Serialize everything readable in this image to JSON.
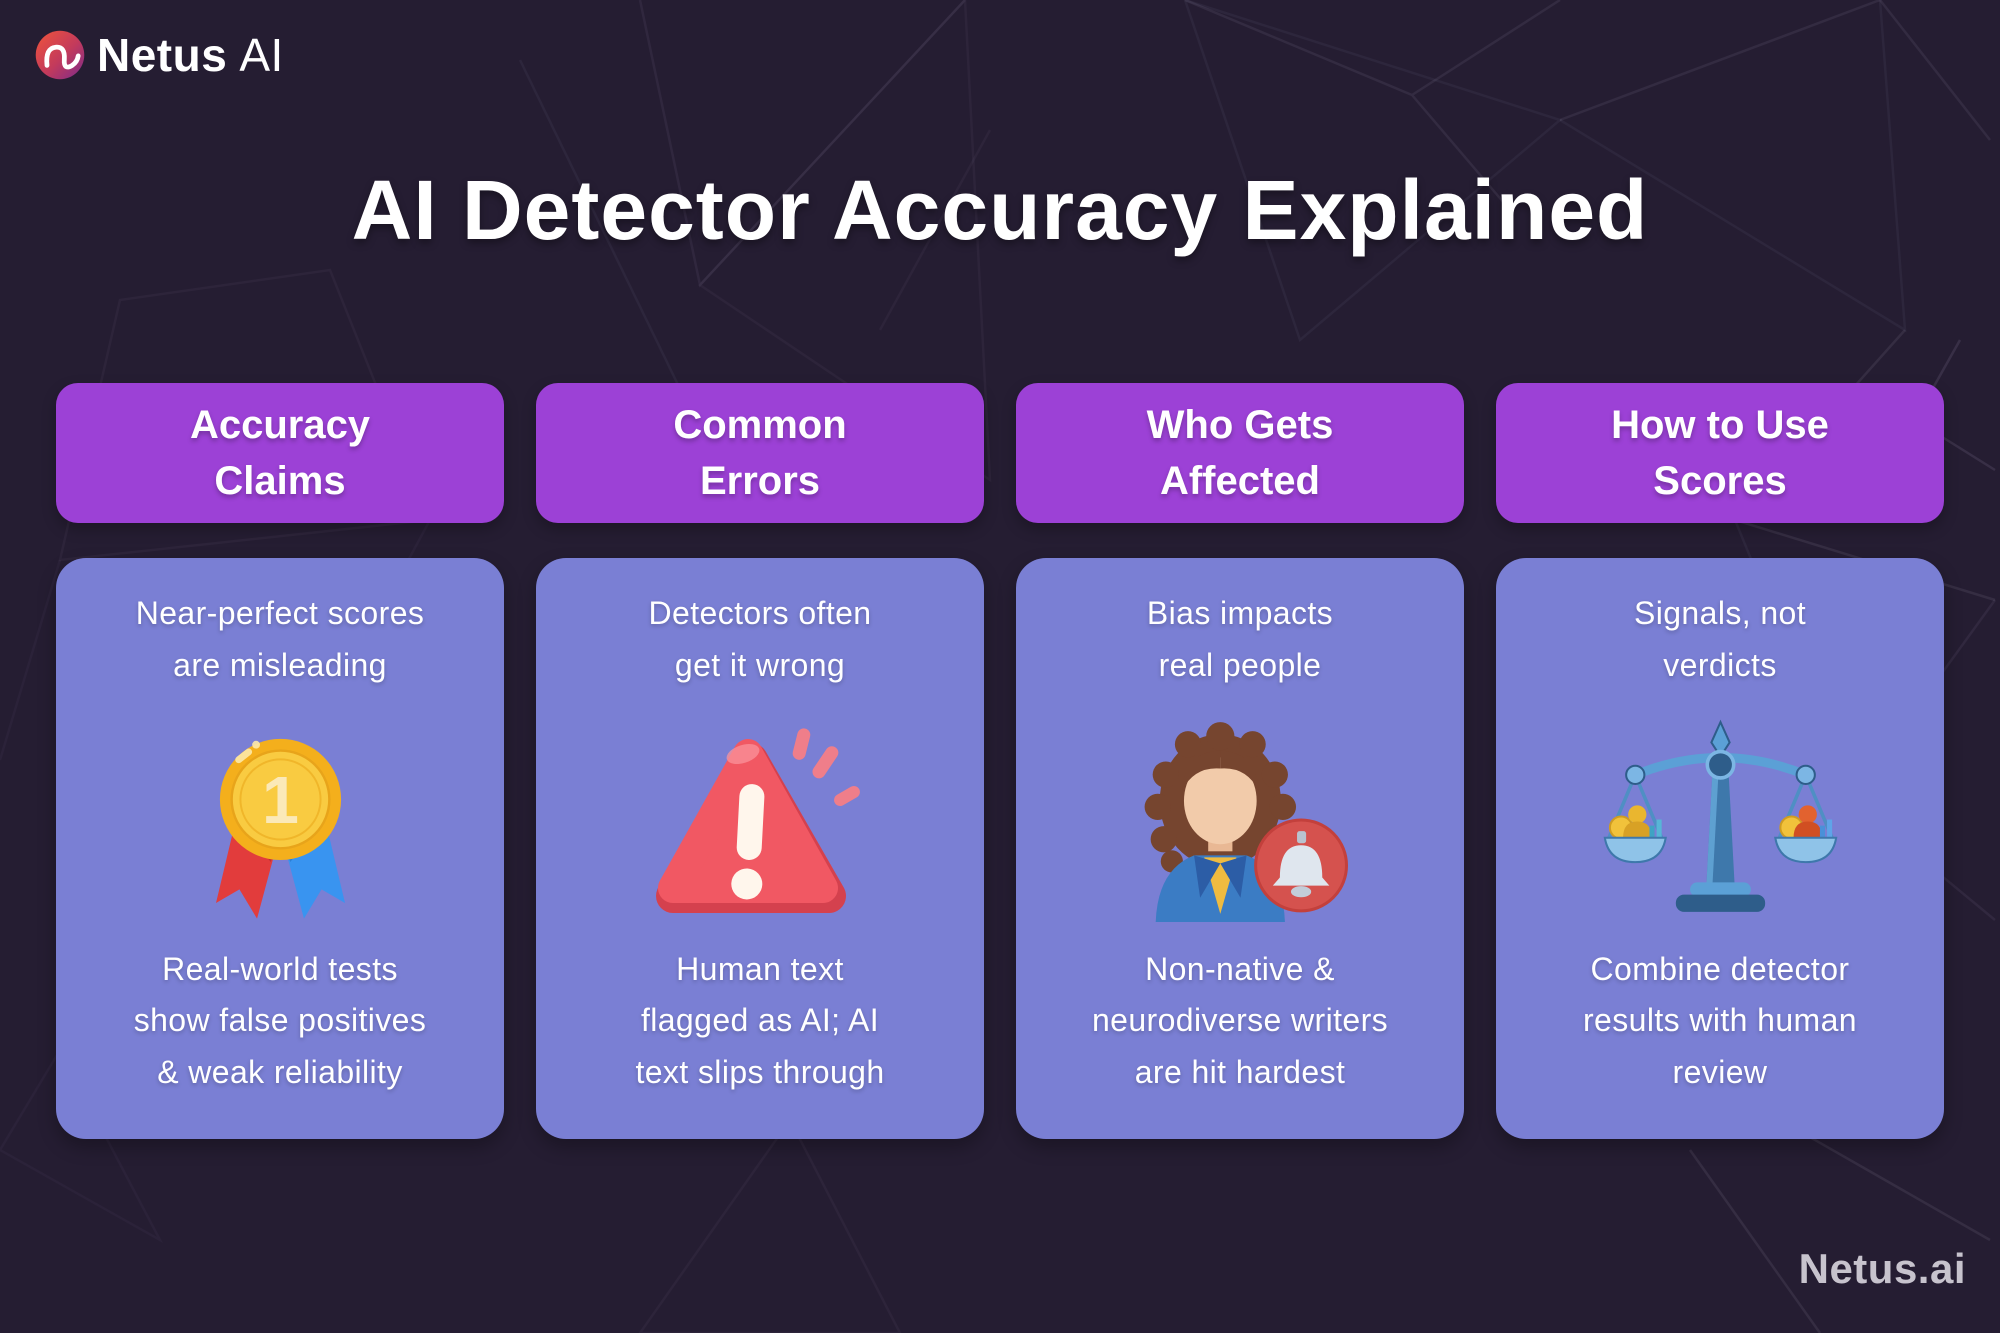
{
  "brand": {
    "logo_name_bold": "Netus",
    "logo_name_light": "AI",
    "logo_icon": "netus-swirl-icon",
    "footer": "Netus.ai"
  },
  "title": "AI Detector Accuracy Explained",
  "colors": {
    "background": "#251d32",
    "header_pill": "#9c41d6",
    "card": "#7a7fd4",
    "text": "#ffffff",
    "footer_text": "#c7c3cd"
  },
  "columns": [
    {
      "header": "Accuracy\nClaims",
      "top_text": "Near-perfect scores\nare misleading",
      "icon": "gold-medal-first-place-icon",
      "bottom_text": "Real-world tests\nshow false positives\n& weak reliability"
    },
    {
      "header": "Common\nErrors",
      "top_text": "Detectors often\nget it wrong",
      "icon": "warning-triangle-icon",
      "bottom_text": "Human text\nflagged as AI; AI\ntext slips through"
    },
    {
      "header": "Who Gets\nAffected",
      "top_text": "Bias impacts\nreal people",
      "icon": "woman-alert-bell-icon",
      "bottom_text": "Non-native &\nneurodiverse writers\nare hit hardest"
    },
    {
      "header": "How to Use\nScores",
      "top_text": "Signals, not\nverdicts",
      "icon": "balance-scale-icon",
      "bottom_text": "Combine detector\nresults with human\nreview"
    }
  ]
}
